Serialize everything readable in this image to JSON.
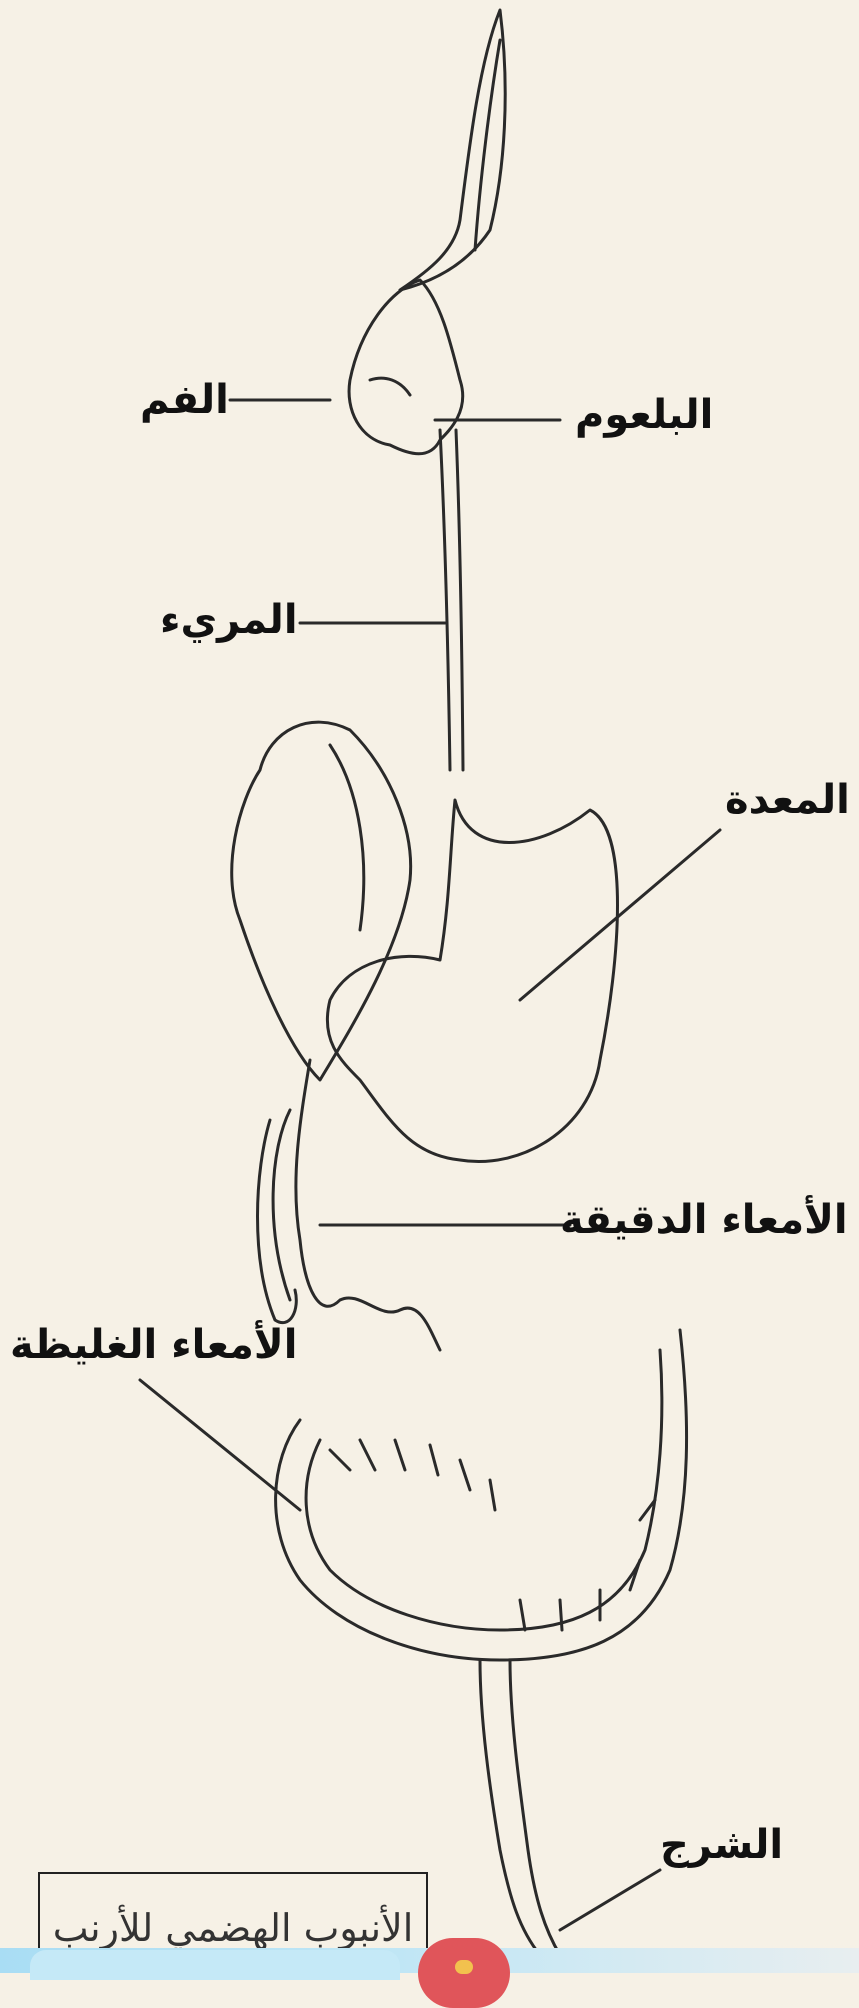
{
  "labels": {
    "mouth": "الفم",
    "pharynx": "البلعوم",
    "esophagus": "المريء",
    "stomach": "المعدة",
    "small_intestine": "الأمعاء الدقيقة",
    "large_intestine": "الأمعاء الغليظة",
    "rectum": "الشرج"
  },
  "caption": "الأنبوب الهضمي للأرنب",
  "colors": {
    "background": "#f6f1e6",
    "line": "#2a2a2a",
    "bottom_bar": "#a9ddf4",
    "fab": "#e0555a"
  }
}
